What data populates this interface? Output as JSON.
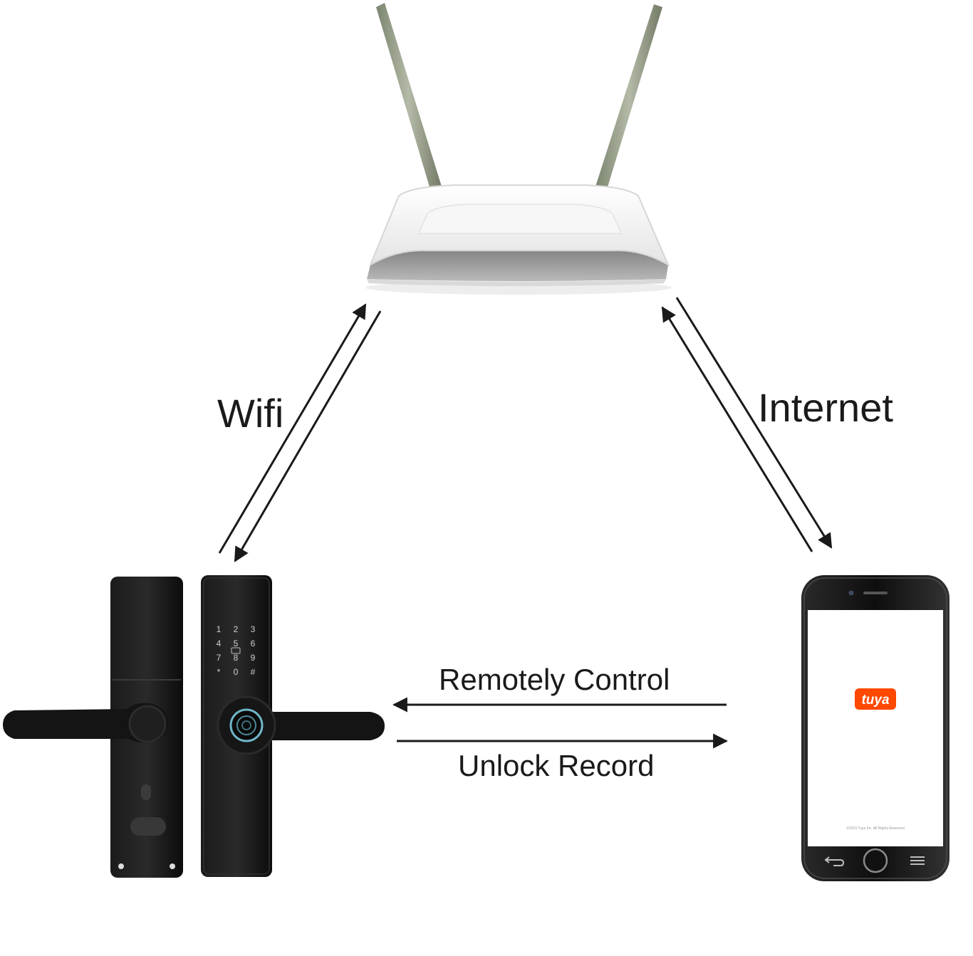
{
  "links": {
    "wifi": "Wifi",
    "internet": "Internet",
    "remote_control": "Remotely Control",
    "unlock_record": "Unlock Record"
  },
  "lock": {
    "keypad_keys": [
      "1",
      "2",
      "3",
      "4",
      "5",
      "6",
      "7",
      "8",
      "9",
      "*",
      "0",
      "#"
    ]
  },
  "phone": {
    "app_logo_text": "tuya",
    "copyright": "©2019 Tuya Inc. All Rights Reserved"
  },
  "colors": {
    "lock_body": "#111111",
    "router_body": "#e9e9e9",
    "antenna": "#8f9883",
    "arrow": "#1a1a1a",
    "tuya_brand": "#ff4800"
  }
}
